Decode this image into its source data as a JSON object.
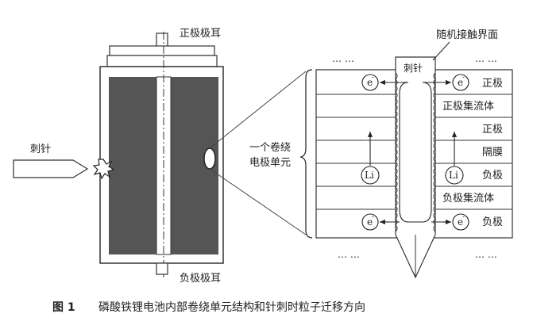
{
  "labels": {
    "positive_tab": "正极极耳",
    "negative_tab": "负极极耳",
    "needle_left": "刺针",
    "needle_right": "刺针",
    "winding_unit_line1": "一个卷绕",
    "winding_unit_line2": "电极单元",
    "random_contact": "随机接触界面",
    "electron": "e",
    "electron_sup": "-",
    "lithium": "Li",
    "ellipsis": "… …"
  },
  "layers": [
    "正极",
    "正极集流体",
    "正极",
    "隔膜",
    "负极",
    "负极集流体",
    "负极"
  ],
  "caption": {
    "number": "图 1",
    "text": "磷酸铁锂电池内部卷绕单元结构和针刺时粒子迁移方向"
  }
}
